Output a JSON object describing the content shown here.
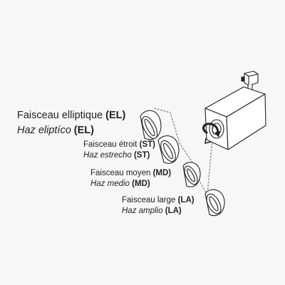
{
  "beams": [
    {
      "name_fr": "Faisceau elliptique",
      "name_es": "Haz eliptíco",
      "code": "(EL)"
    },
    {
      "name_fr": "Faisceau étroit",
      "name_es": "Haz estrecho",
      "code": "(ST)"
    },
    {
      "name_fr": "Faisceau moyen",
      "name_es": "Haz medio",
      "code": "(MD)"
    },
    {
      "name_fr": "Faisceau large",
      "name_es": "Haz amplio",
      "code": "(LA)"
    }
  ],
  "icons": [
    "track-spotlight-icon",
    "rotate-arrow-icon",
    "lens-reflector-icon"
  ],
  "colors": {
    "background": "#f7f7f7",
    "line": "#222222",
    "dots": "#9a9a9a"
  }
}
